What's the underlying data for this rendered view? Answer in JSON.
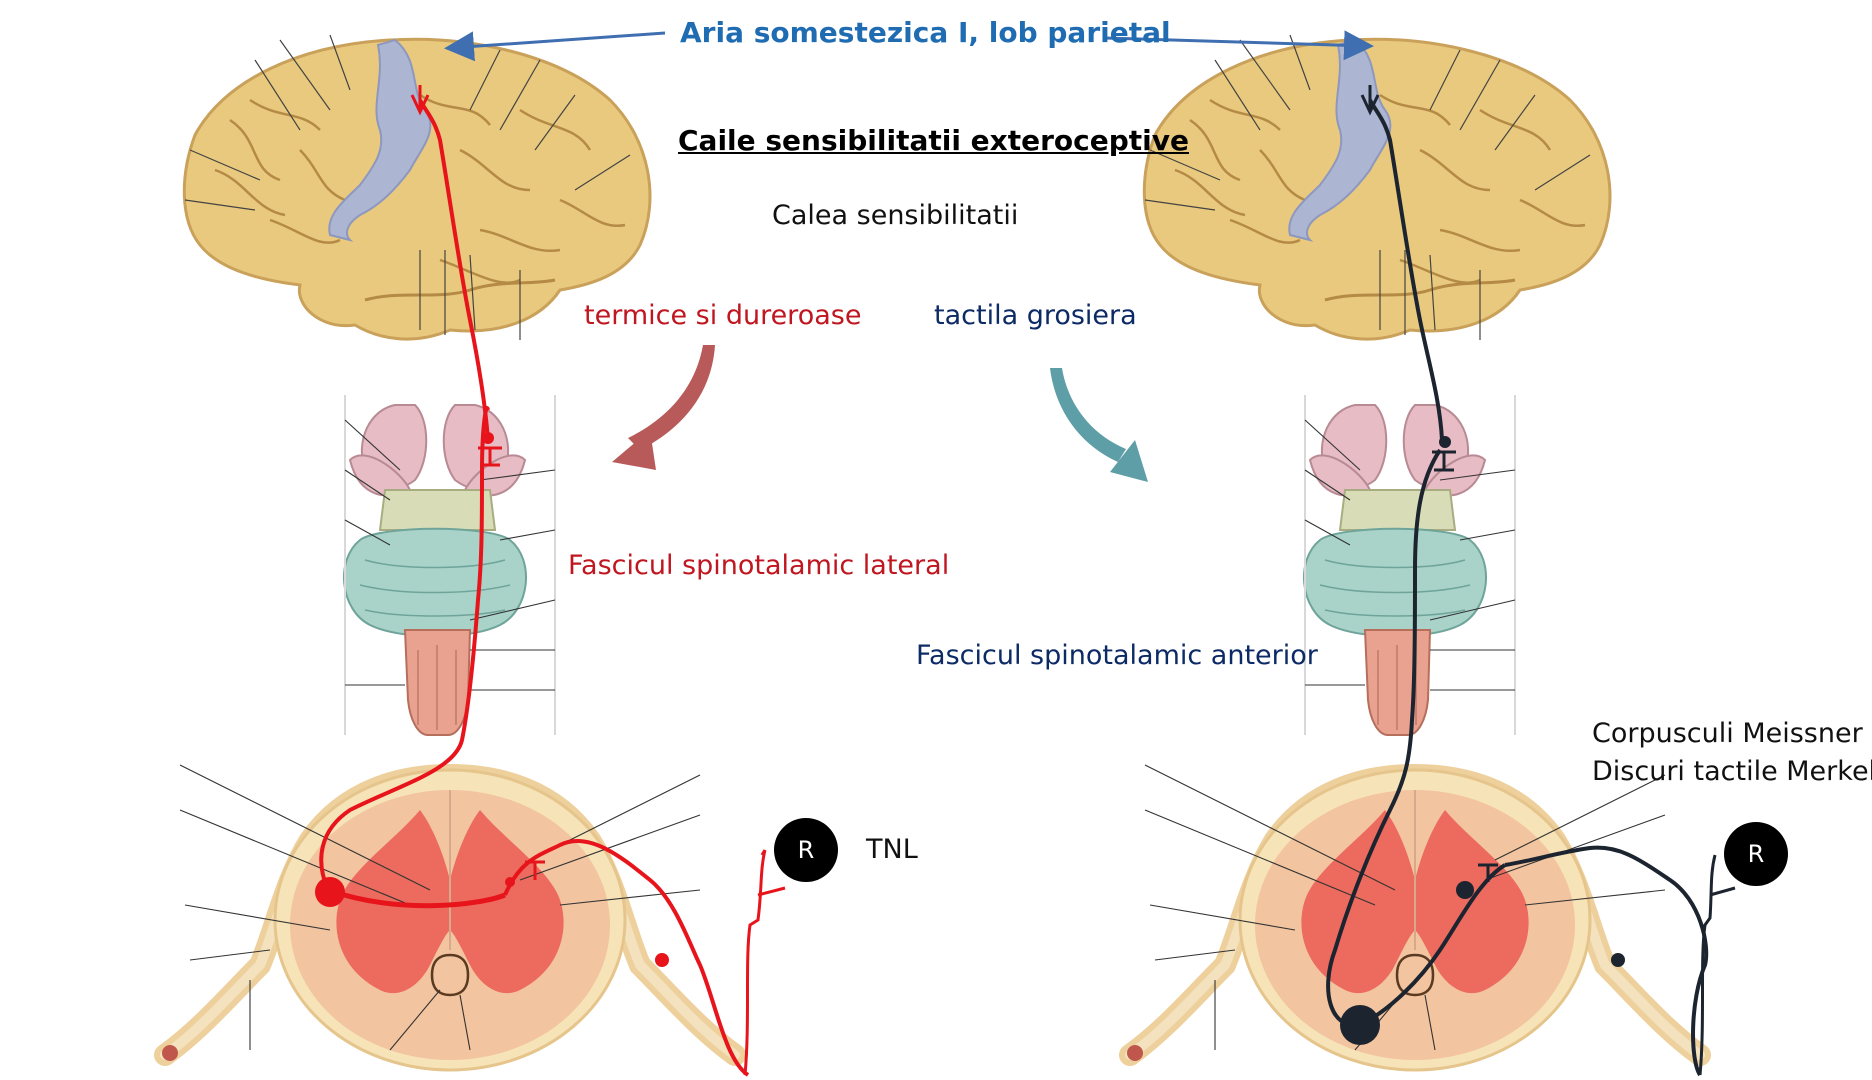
{
  "labels": {
    "aria": "Aria somestezica I, lob parietal",
    "title": "Caile sensibilitatii exteroceptive",
    "subtitle": "Calea sensibilitatii",
    "thermal": "termice si dureroase",
    "tactile": "tactila grosiera",
    "lateral_tract": "Fascicul spinotalamic lateral",
    "anterior_tract": "Fascicul spinotalamic anterior",
    "meissner": "Corpusculi Meissner",
    "merkel": "Discuri tactile Merkel",
    "tnl": "TNL",
    "receptor_left": "R",
    "receptor_right": "R"
  },
  "colors": {
    "label_blue": "#1f6cb2",
    "thermal_pathway": "#e8141b",
    "tactile_pathway": "#1c2430",
    "label_red": "#c0161f",
    "label_navy": "#0c2a66"
  }
}
